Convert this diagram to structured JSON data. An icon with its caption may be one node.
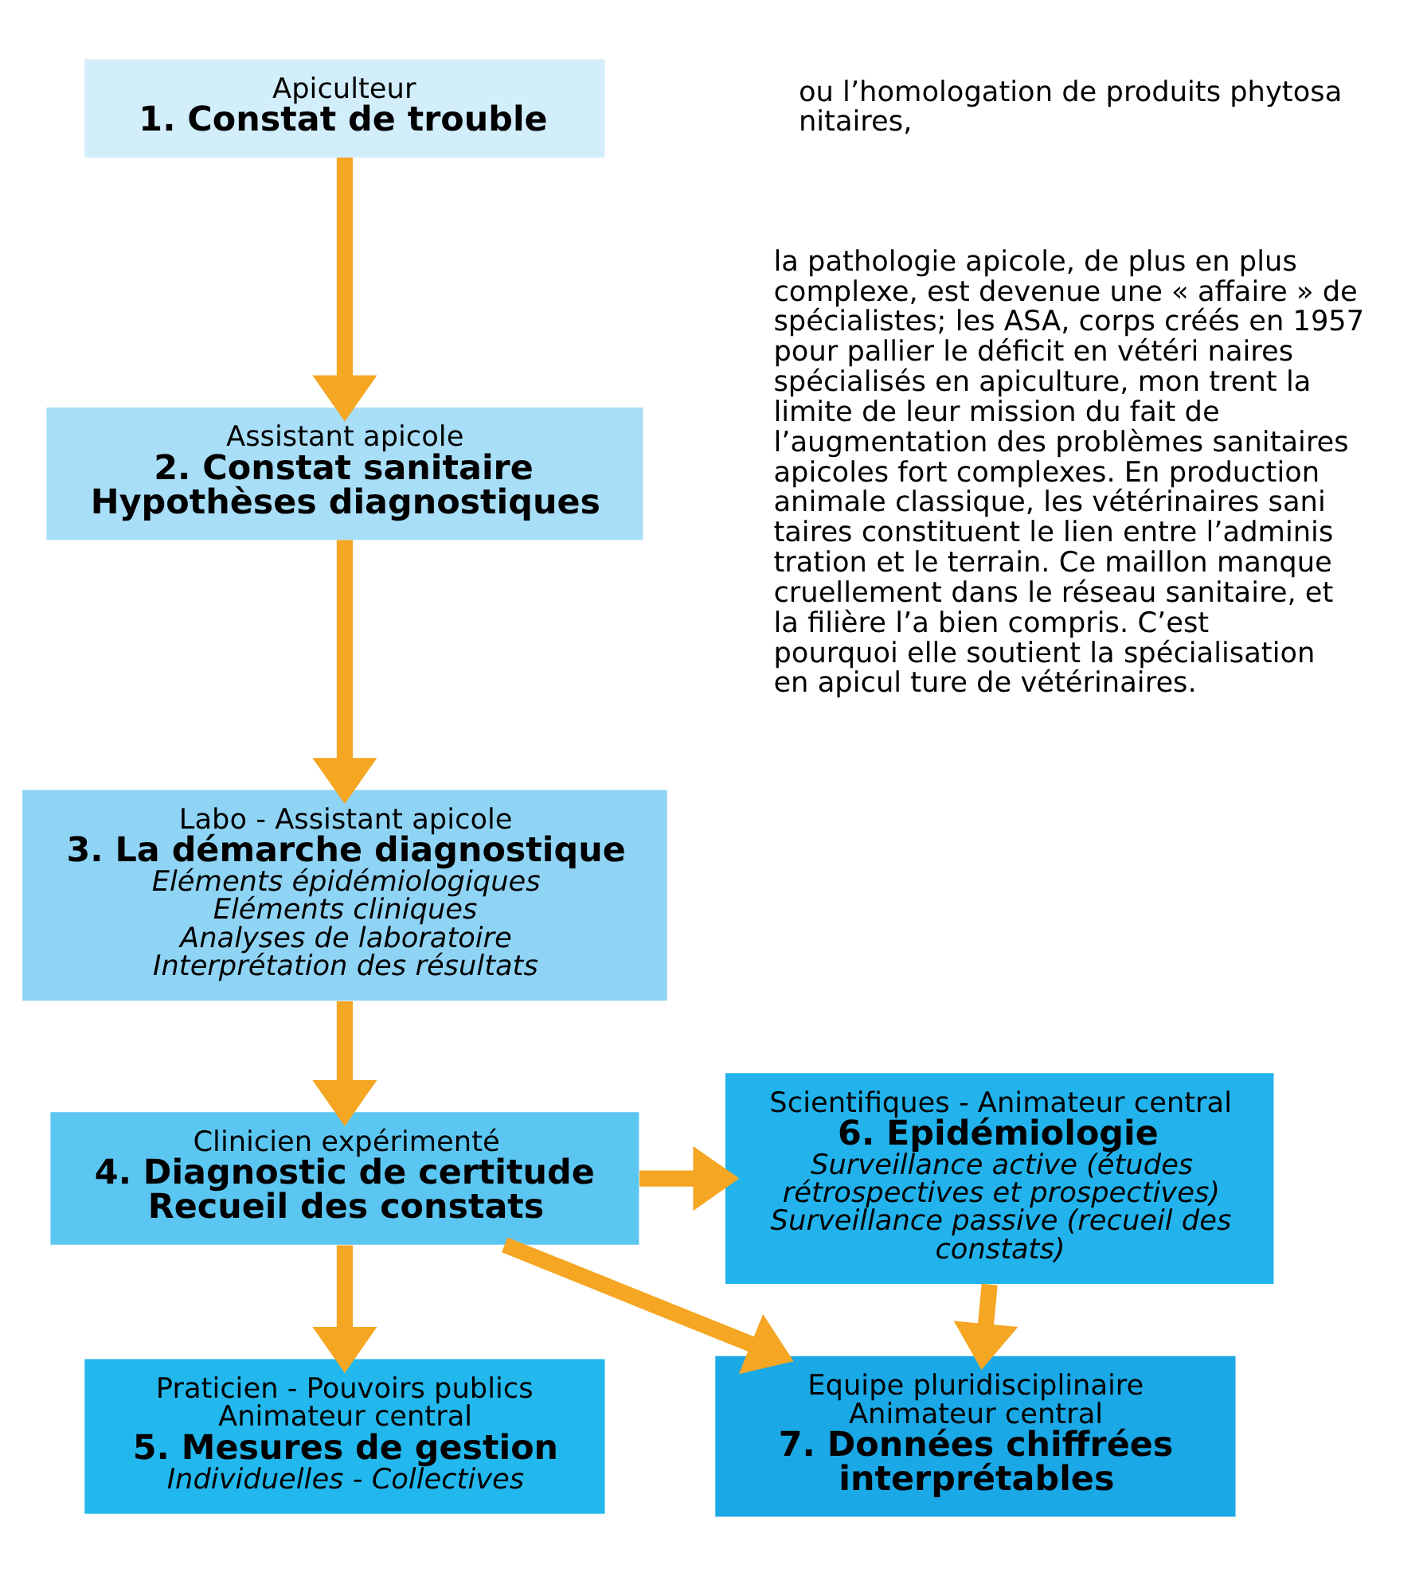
{
  "diagram": {
    "nodes": [
      {
        "text": [
          "Apiculteur",
          "1. Constat de trouble"
        ]
      },
      {
        "text": [
          "Assistant apicole",
          "2. Constat sanitaire Hypothèses diagnostiques"
        ]
      },
      {
        "text": [
          "Labo - Assistant apicole",
          "3. La démarche diagnostique",
          "Eléments épidémiologiques",
          "Eléments cliniques",
          "Analyses de laboratoire",
          "Interprétation des résultats"
        ]
      },
      {
        "text": [
          "Clinicien expérimenté",
          "4. Diagnostic de certitude Recueil des constats"
        ]
      },
      {
        "text": [
          "Praticien - Pouvoirs publics",
          "Animateur central",
          "5. Mesures de gestion",
          "Individuelles - Collectives"
        ]
      },
      {
        "text": [
          "Scientifiques - Animateur central",
          "6. Epidémiologie",
          "Surveillance active (études rétrospectives et prospectives)",
          "Surveillance passive (recueil des constats)"
        ]
      },
      {
        "text": [
          "Equipe pluridisciplinaire",
          "Animateur central",
          "7. Données chiffrées interprétables"
        ]
      }
    ],
    "edges": [
      {
        "from": 0,
        "to": 1,
        "arrow": "to"
      },
      {
        "from": 1,
        "to": 2,
        "arrow": "to"
      },
      {
        "from": 2,
        "to": 3,
        "arrow": "to"
      },
      {
        "from": 3,
        "to": 5,
        "arrow": "to"
      },
      {
        "from": 3,
        "to": 4,
        "arrow": "to"
      },
      {
        "from": 3,
        "to": 6,
        "arrow": "to"
      },
      {
        "from": 5,
        "to": 6,
        "arrow": "to"
      }
    ],
    "labels": [
      "ou l’homologation de produits phytosa nitaires,",
      "la pathologie apicole, de plus en plus complexe, est devenue une « affaire » de spécialistes; les ASA, corps créés en 1957 pour pallier le déficit en vétéri naires spécialisés en apiculture, mon trent la limite de leur mission du fait de l’augmentation des problèmes sanitaires apicoles fort complexes. En production animale classique, les vétérinaires sani taires constituent le lien entre l’adminis tration et le terrain. Ce maillon manque cruellement dans le réseau sanitaire, et la filière l’a bien compris. C’est pourquoi elle soutient la spécialisation en apicul ture de vétérinaires."
    ]
  }
}
